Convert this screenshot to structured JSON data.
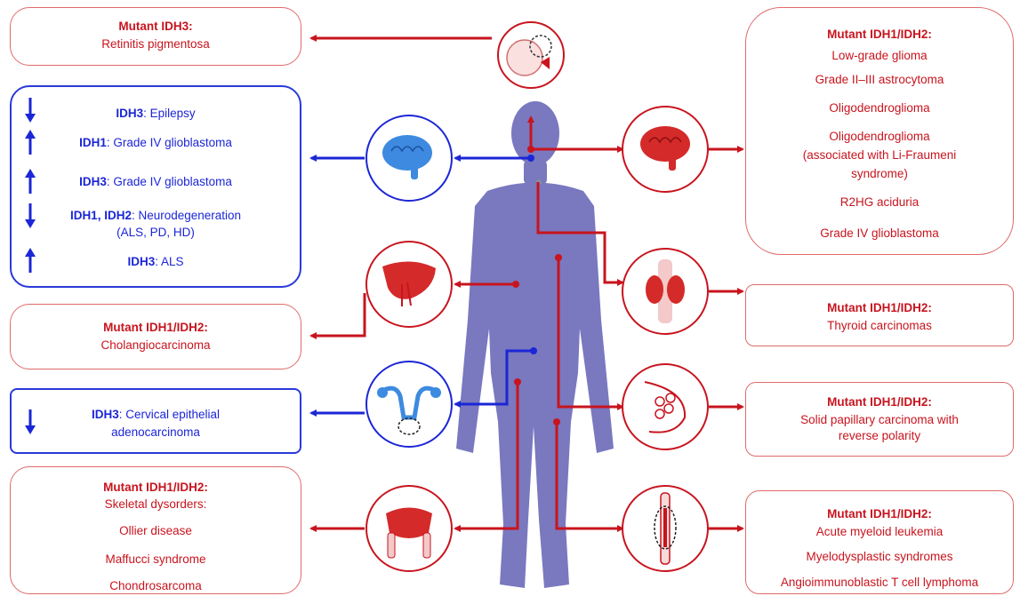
{
  "left_boxes": {
    "retinitis": {
      "title": "Mutant IDH3:",
      "lines": [
        "Retinitis pigmentosa"
      ]
    },
    "blue_brain": {
      "items": [
        {
          "gene": "IDH3",
          "text": ": Epilepsy",
          "direction": "down"
        },
        {
          "gene": "IDH1",
          "text": ": Grade IV glioblastoma",
          "direction": "up"
        },
        {
          "gene": "IDH3",
          "text": ": Grade IV glioblastoma",
          "direction": "up"
        },
        {
          "gene": "IDH1, IDH2",
          "text": ":  Neurodegeneration",
          "text2": "(ALS, PD, HD)",
          "direction": "down"
        },
        {
          "gene": "IDH3",
          "text": ": ALS",
          "direction": "up"
        }
      ]
    },
    "cholangio": {
      "title": "Mutant IDH1/IDH2:",
      "lines": [
        "Cholangiocarcinoma"
      ]
    },
    "cervical": {
      "gene": "IDH3",
      "text": ": Cervical epithelial",
      "text2": "adenocarcinoma",
      "direction": "down"
    },
    "skeletal": {
      "title": "Mutant IDH1/IDH2:",
      "lines": [
        "Skeletal dysorders:",
        "Ollier disease",
        "Maffucci syndrome",
        "Chondrosarcoma"
      ]
    }
  },
  "right_boxes": {
    "brain": {
      "title": "Mutant IDH1/IDH2:",
      "lines": [
        "Low-grade glioma",
        "Grade II–III astrocytoma",
        "Oligodendroglioma",
        "Oligodendroglioma",
        "(associated with Li-Fraumeni",
        "syndrome)",
        "R2HG aciduria",
        "Grade IV glioblastoma"
      ]
    },
    "thyroid": {
      "title": "Mutant IDH1/IDH2:",
      "lines": [
        "Thyroid carcinomas"
      ]
    },
    "breast": {
      "title": "Mutant IDH1/IDH2:",
      "lines": [
        "Solid papillary carcinoma with",
        "reverse polarity"
      ]
    },
    "bone": {
      "title": "Mutant IDH1/IDH2:",
      "lines": [
        "Acute myeloid leukemia",
        "Myelodysplastic syndromes",
        "Angioimmunoblastic T cell lymphoma"
      ]
    }
  },
  "icons": [
    "eye-icon",
    "blue-brain-icon",
    "red-brain-icon",
    "liver-icon",
    "thyroid-icon",
    "uterus-icon",
    "breast-icon",
    "pelvis-icon",
    "bone-marrow-icon"
  ],
  "colors": {
    "red": "#c8141e",
    "blue": "#1b26d6",
    "body": "#7a78bf"
  }
}
